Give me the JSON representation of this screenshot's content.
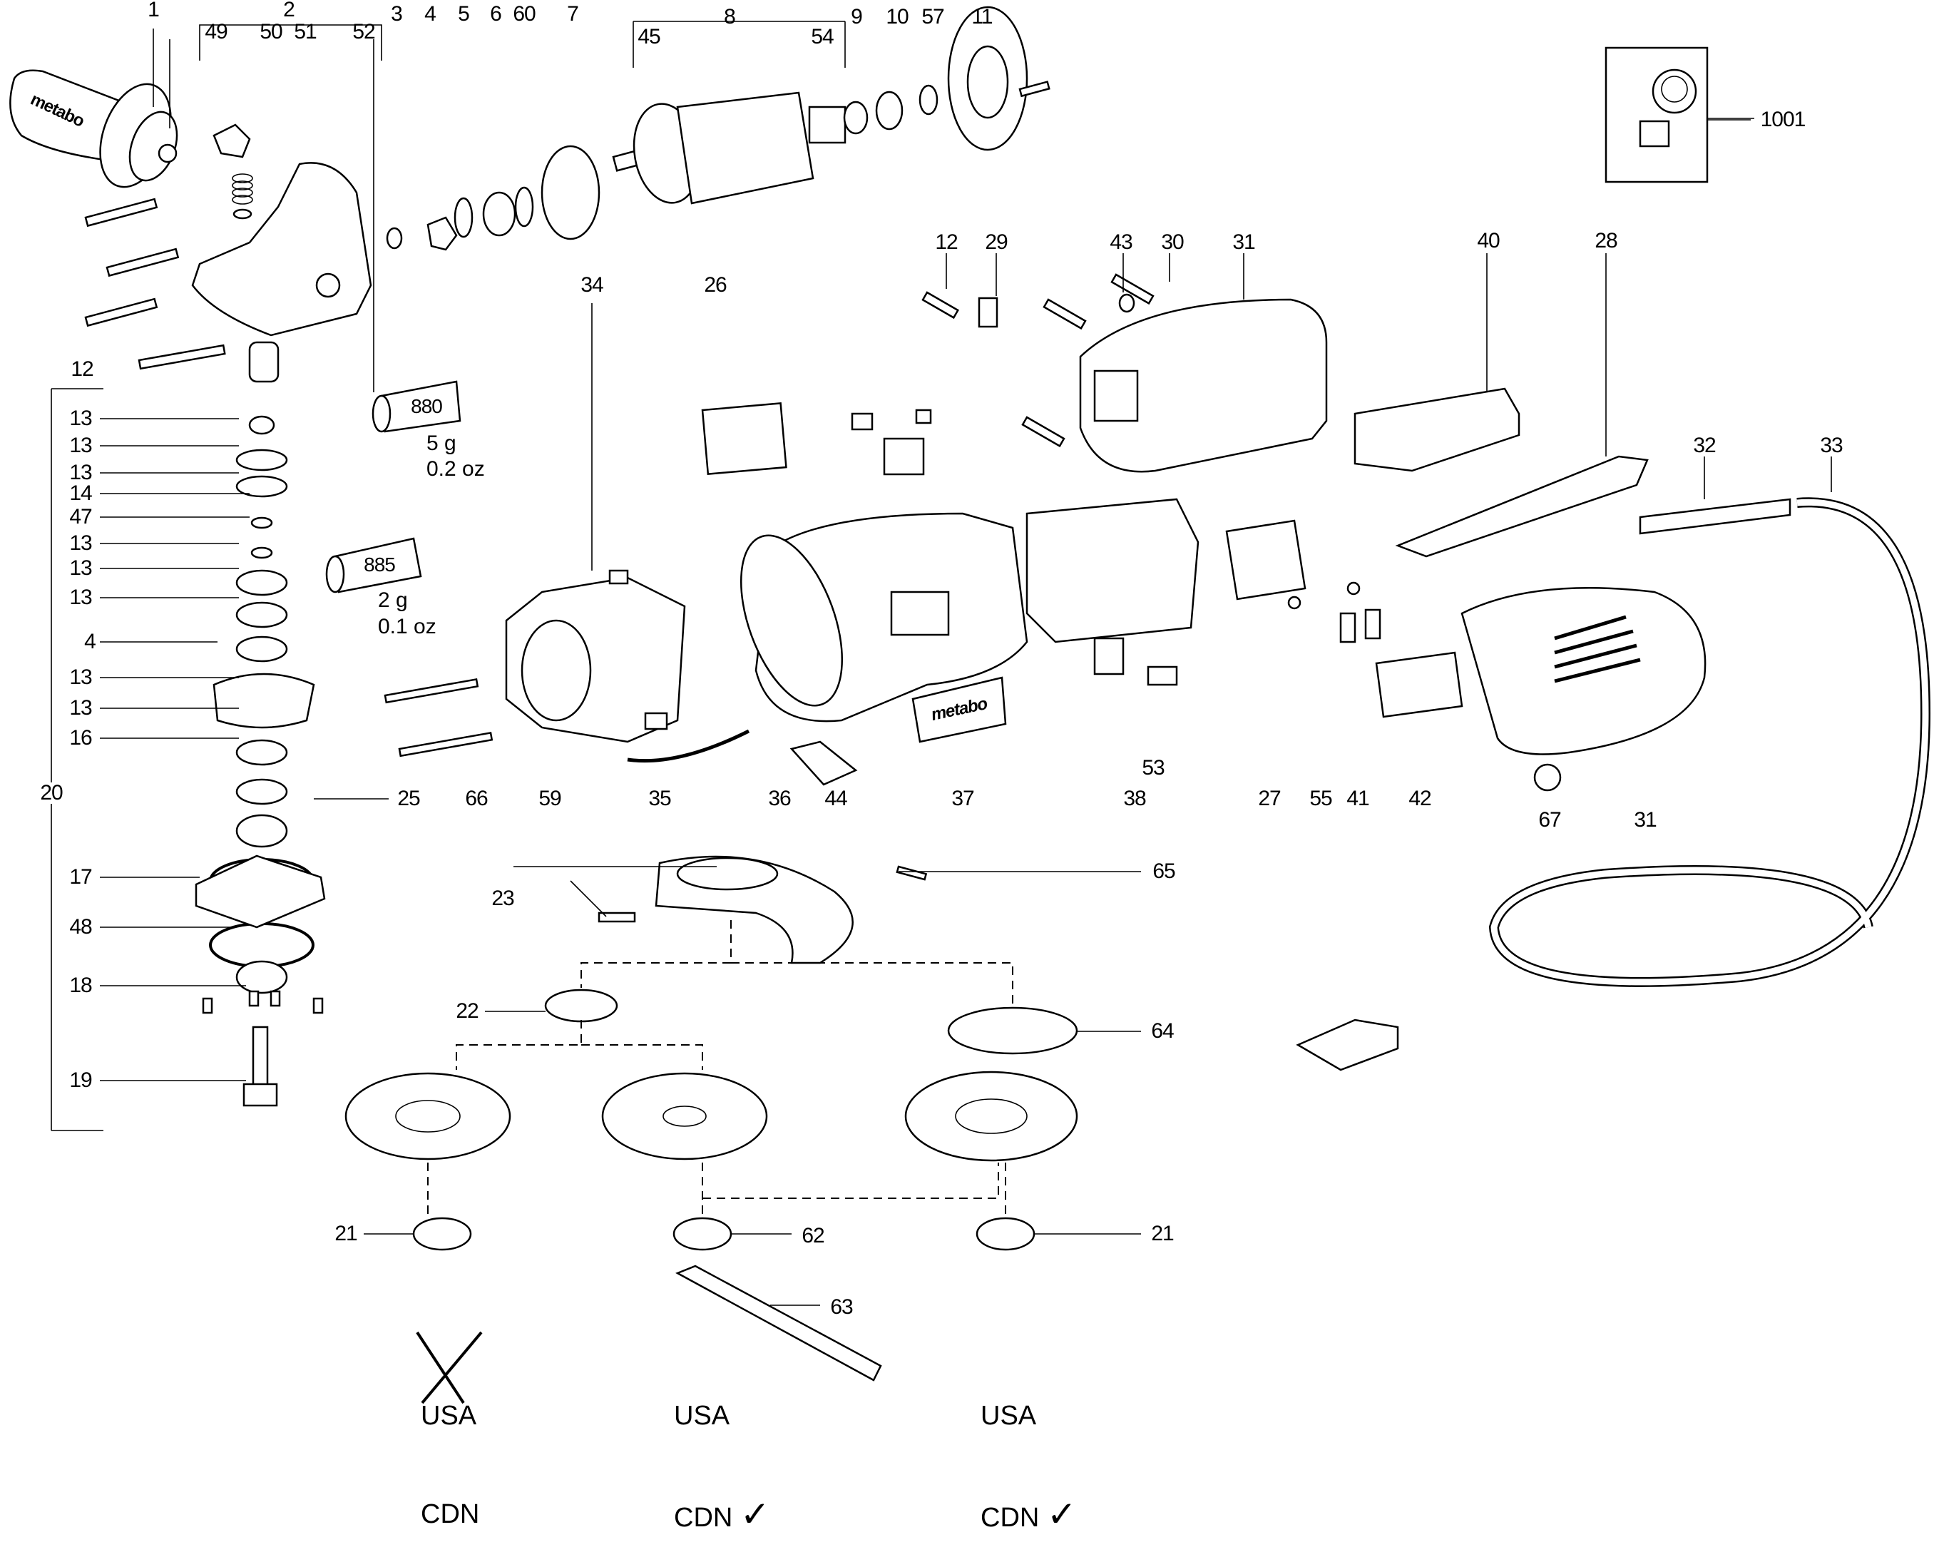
{
  "diagram": {
    "title": "Angle grinder exploded parts view",
    "brand_marks": [
      "metabo",
      "metabo"
    ],
    "callouts": [
      {
        "id": "c1",
        "text": "1"
      },
      {
        "id": "c2",
        "text": "2"
      },
      {
        "id": "c49",
        "text": "49"
      },
      {
        "id": "c50",
        "text": "50"
      },
      {
        "id": "c51",
        "text": "51"
      },
      {
        "id": "c52",
        "text": "52"
      },
      {
        "id": "c3",
        "text": "3"
      },
      {
        "id": "c4a",
        "text": "4"
      },
      {
        "id": "c5",
        "text": "5"
      },
      {
        "id": "c6",
        "text": "6"
      },
      {
        "id": "c60",
        "text": "60"
      },
      {
        "id": "c7",
        "text": "7"
      },
      {
        "id": "c8",
        "text": "8"
      },
      {
        "id": "c45",
        "text": "45"
      },
      {
        "id": "c54",
        "text": "54"
      },
      {
        "id": "c9",
        "text": "9"
      },
      {
        "id": "c10",
        "text": "10"
      },
      {
        "id": "c57",
        "text": "57"
      },
      {
        "id": "c11",
        "text": "11"
      },
      {
        "id": "c1001",
        "text": "1001"
      },
      {
        "id": "c12a",
        "text": "12"
      },
      {
        "id": "c12b",
        "text": "12"
      },
      {
        "id": "c29",
        "text": "29"
      },
      {
        "id": "c43",
        "text": "43"
      },
      {
        "id": "c30",
        "text": "30"
      },
      {
        "id": "c31a",
        "text": "31"
      },
      {
        "id": "c40",
        "text": "40"
      },
      {
        "id": "c28",
        "text": "28"
      },
      {
        "id": "c34",
        "text": "34"
      },
      {
        "id": "c26",
        "text": "26"
      },
      {
        "id": "c32",
        "text": "32"
      },
      {
        "id": "c33",
        "text": "33"
      },
      {
        "id": "c20",
        "text": "20"
      },
      {
        "id": "c13a",
        "text": "13"
      },
      {
        "id": "c13b",
        "text": "13"
      },
      {
        "id": "c13c",
        "text": "13"
      },
      {
        "id": "c14",
        "text": "14"
      },
      {
        "id": "c47",
        "text": "47"
      },
      {
        "id": "c13d",
        "text": "13"
      },
      {
        "id": "c13e",
        "text": "13"
      },
      {
        "id": "c13f",
        "text": "13"
      },
      {
        "id": "c4b",
        "text": "4"
      },
      {
        "id": "c13g",
        "text": "13"
      },
      {
        "id": "c13h",
        "text": "13"
      },
      {
        "id": "c16",
        "text": "16"
      },
      {
        "id": "c25",
        "text": "25"
      },
      {
        "id": "c17",
        "text": "17"
      },
      {
        "id": "c48",
        "text": "48"
      },
      {
        "id": "c18",
        "text": "18"
      },
      {
        "id": "c19",
        "text": "19"
      },
      {
        "id": "c66",
        "text": "66"
      },
      {
        "id": "c59",
        "text": "59"
      },
      {
        "id": "c35",
        "text": "35"
      },
      {
        "id": "c36",
        "text": "36"
      },
      {
        "id": "c44",
        "text": "44"
      },
      {
        "id": "c37",
        "text": "37"
      },
      {
        "id": "c38",
        "text": "38"
      },
      {
        "id": "c53",
        "text": "53"
      },
      {
        "id": "c27",
        "text": "27"
      },
      {
        "id": "c55",
        "text": "55"
      },
      {
        "id": "c41",
        "text": "41"
      },
      {
        "id": "c42",
        "text": "42"
      },
      {
        "id": "c67",
        "text": "67"
      },
      {
        "id": "c31b",
        "text": "31"
      },
      {
        "id": "c23",
        "text": "23"
      },
      {
        "id": "c65",
        "text": "65"
      },
      {
        "id": "c22",
        "text": "22"
      },
      {
        "id": "c64",
        "text": "64"
      },
      {
        "id": "c21a",
        "text": "21"
      },
      {
        "id": "c62",
        "text": "62"
      },
      {
        "id": "c21b",
        "text": "21"
      },
      {
        "id": "c63",
        "text": "63"
      }
    ],
    "grease": [
      {
        "code": "880",
        "amount_g": "5 g",
        "amount_oz": "0.2 oz"
      },
      {
        "code": "885",
        "amount_g": "2 g",
        "amount_oz": "0.1 oz"
      }
    ],
    "market_marks": [
      {
        "line1": "USA",
        "line2": "CDN",
        "status": "not-approved",
        "symbol": "✗"
      },
      {
        "line1": "USA",
        "line2": "CDN",
        "status": "approved",
        "symbol": "✓"
      },
      {
        "line1": "USA",
        "line2": "CDN",
        "status": "approved",
        "symbol": "✓"
      }
    ]
  }
}
